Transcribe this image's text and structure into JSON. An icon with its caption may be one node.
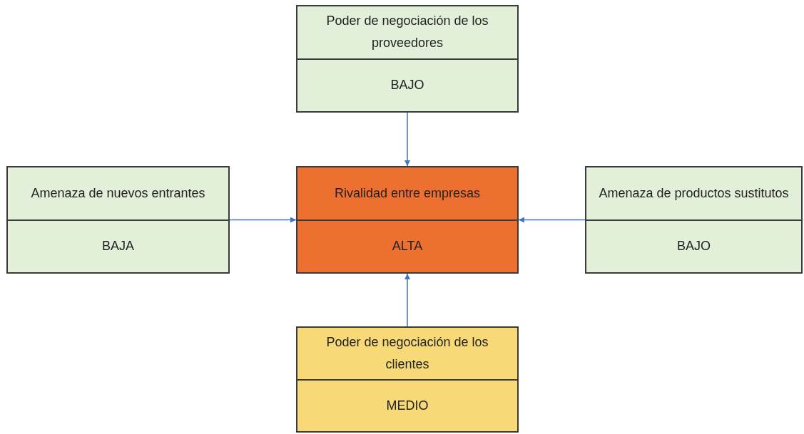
{
  "diagram": {
    "nodes": [
      {
        "text": [
          "Poder de negociación de los proveedores",
          "BAJO"
        ]
      },
      {
        "text": [
          "Amenaza de nuevos entrantes",
          "BAJA"
        ]
      },
      {
        "text": [
          "Rivalidad entre empresas",
          "ALTA"
        ]
      },
      {
        "text": [
          "Amenaza de productos sustitutos",
          "BAJO"
        ]
      },
      {
        "text": [
          "Poder de negociación de los clientes",
          "MEDIO"
        ]
      }
    ],
    "edges": [
      {
        "from": 0,
        "to": 2,
        "arrow": "to"
      },
      {
        "from": 1,
        "to": 2,
        "arrow": "to"
      },
      {
        "from": 3,
        "to": 2,
        "arrow": "to"
      },
      {
        "from": 4,
        "to": 2,
        "arrow": "to"
      }
    ]
  }
}
